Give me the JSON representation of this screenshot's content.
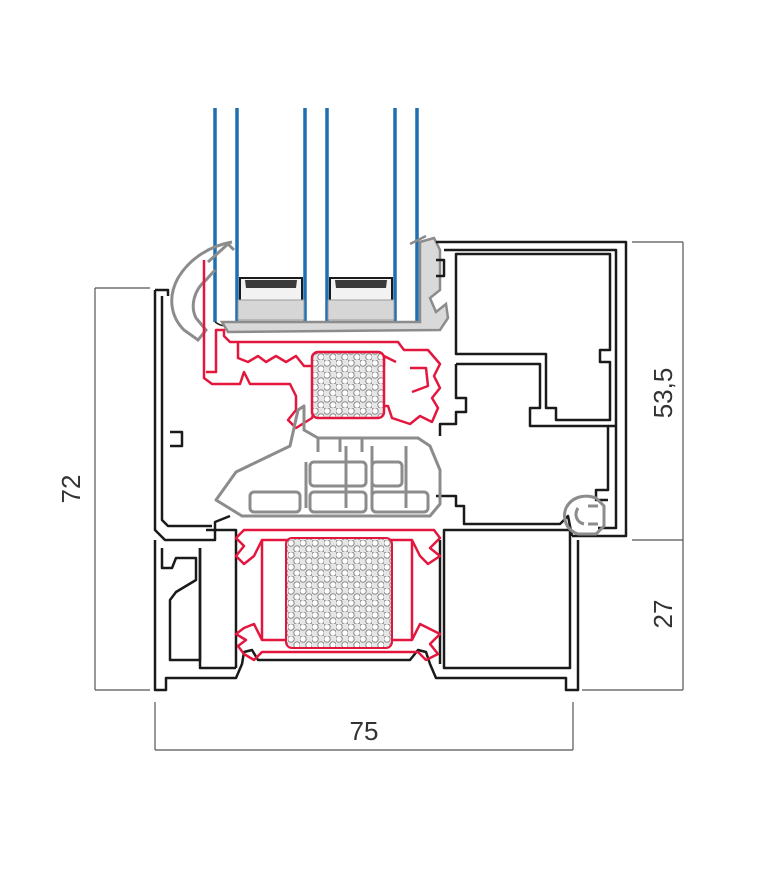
{
  "colors": {
    "profile_outline": "#1a1a1a",
    "glass_edge": "#1f6fb3",
    "thermal_break": "#e3173e",
    "gasket_gray": "#8c8c8c",
    "foam_fill": "#c9c9c9",
    "dimension_line": "#555555"
  },
  "dimensions": {
    "width_label": "75",
    "total_height_label": "72",
    "sash_height_label": "53,5",
    "frame_height_label": "27"
  }
}
